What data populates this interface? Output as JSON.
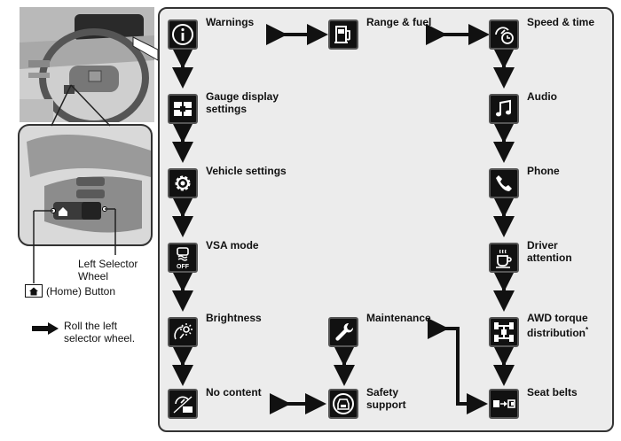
{
  "items": {
    "warnings": "Warnings",
    "range_fuel": "Range & fuel",
    "speed_time": "Speed & time",
    "gauge_display": "Gauge display\nsettings",
    "audio": "Audio",
    "vehicle_settings": "Vehicle settings",
    "phone": "Phone",
    "vsa_mode": "VSA mode",
    "driver_attention": "Driver\nattention",
    "brightness": "Brightness",
    "maintenance": "Maintenance",
    "awd_torque": "AWD torque\ndistribution",
    "awd_note": "*",
    "no_content": "No content",
    "safety_support": "Safety\nsupport",
    "seat_belts": "Seat belts"
  },
  "icons": {
    "vsa_off_text": "OFF"
  },
  "legend": {
    "selector_wheel": "Left Selector\nWheel",
    "home_button": "(Home) Button",
    "roll_text": "Roll the left\nselector wheel."
  }
}
